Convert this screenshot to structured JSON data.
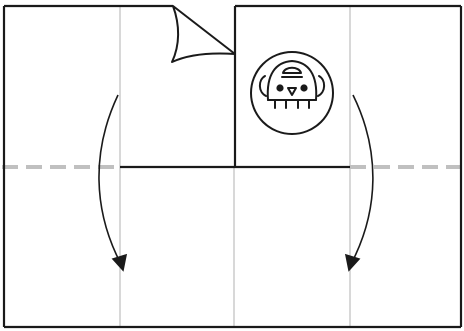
{
  "diagram": {
    "kind": "paper-folding-step",
    "fold_direction": "down",
    "fold_arrows": [
      "left",
      "right"
    ],
    "corner_flap": "top-left-of-center",
    "icon": "bird-face-icon",
    "colors": {
      "outline": "#1a1a1a",
      "crease": "#c8c8c8",
      "fold_line": "#c0c0c0",
      "paper": "#ffffff"
    }
  }
}
